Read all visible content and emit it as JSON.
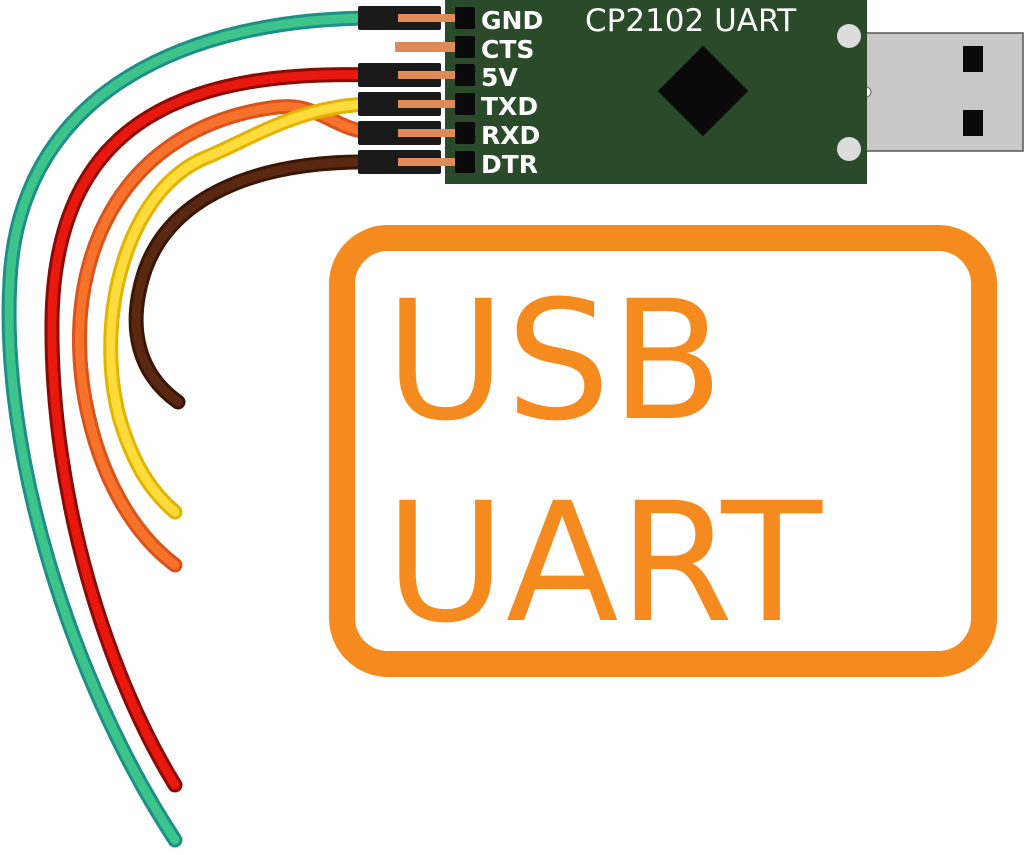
{
  "board": {
    "title": "CP2102 UART",
    "pcb_color": "#2a4a29",
    "chip_color": "#0a0a0a",
    "pins": [
      {
        "label": "GND",
        "wire_color": "#3cc48a",
        "has_header": true
      },
      {
        "label": "CTS",
        "wire_color": "#e08a5a",
        "has_header": false
      },
      {
        "label": "5V",
        "wire_color": "#e8180e",
        "has_header": true
      },
      {
        "label": "TXD",
        "wire_color": "#ffdc3c",
        "has_header": true
      },
      {
        "label": "RXD",
        "wire_color": "#f7732c",
        "has_header": true
      },
      {
        "label": "DTR",
        "wire_color": "#5a2810",
        "has_header": true
      }
    ]
  },
  "usb_connector": {
    "shell_color": "#c8c8c8",
    "contact_color": "#0a0a0a"
  },
  "badge": {
    "line1": "USB",
    "line2": "UART",
    "color": "#f58a1f"
  }
}
